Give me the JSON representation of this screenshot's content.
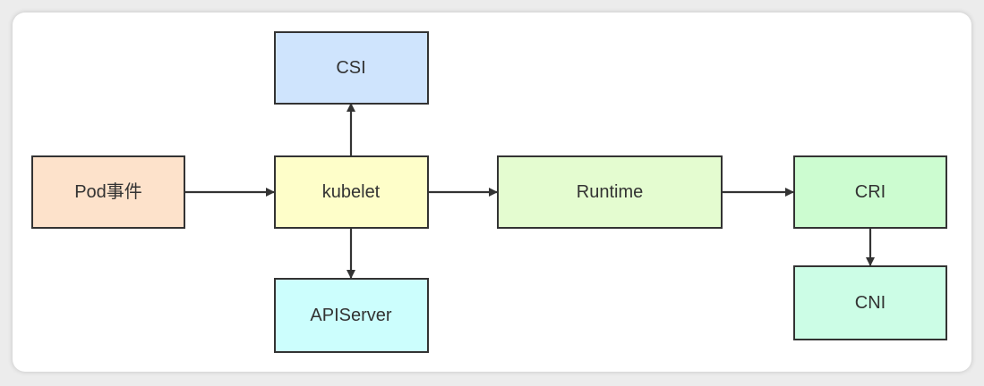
{
  "nodes": [
    {
      "id": "pod",
      "label": "Pod事件",
      "fill": "#fde2cb"
    },
    {
      "id": "kubelet",
      "label": "kubelet",
      "fill": "#fefec9"
    },
    {
      "id": "csi",
      "label": "CSI",
      "fill": "#cfe4fd"
    },
    {
      "id": "apiserver",
      "label": "APIServer",
      "fill": "#ccfefd"
    },
    {
      "id": "runtime",
      "label": "Runtime",
      "fill": "#e4fcd0"
    },
    {
      "id": "cri",
      "label": "CRI",
      "fill": "#ccfcd0"
    },
    {
      "id": "cni",
      "label": "CNI",
      "fill": "#ccfde6"
    }
  ],
  "edges": [
    {
      "from": "pod",
      "to": "kubelet"
    },
    {
      "from": "kubelet",
      "to": "csi"
    },
    {
      "from": "kubelet",
      "to": "apiserver"
    },
    {
      "from": "kubelet",
      "to": "runtime"
    },
    {
      "from": "runtime",
      "to": "cri"
    },
    {
      "from": "cri",
      "to": "cni"
    }
  ]
}
